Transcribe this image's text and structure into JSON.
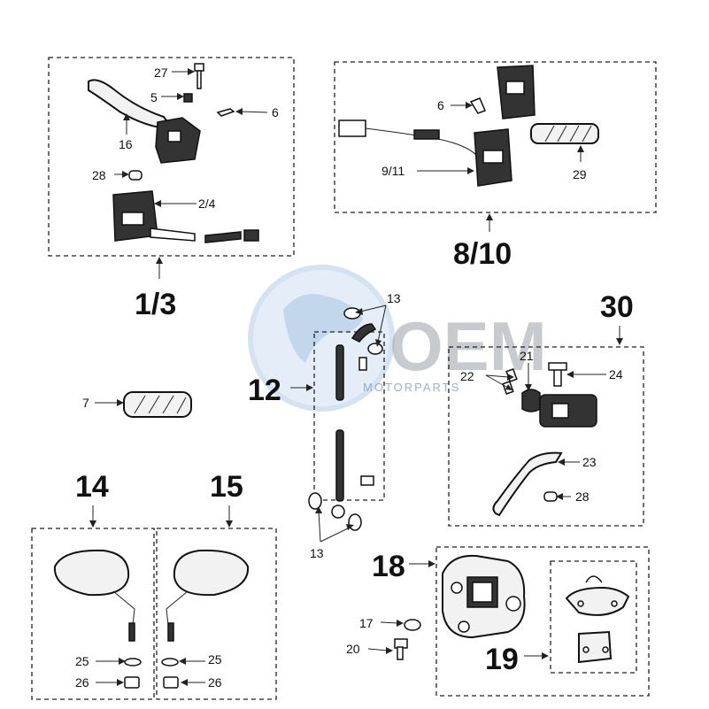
{
  "watermark": {
    "brand": "OEM",
    "sub": "MOTORPARTS"
  },
  "groups": {
    "g1_3": "1/3",
    "g8_10": "8/10",
    "g12": "12",
    "g14": "14",
    "g15": "15",
    "g18": "18",
    "g19": "19",
    "g30": "30"
  },
  "callouts": {
    "c27": "27",
    "c5": "5",
    "c6a": "6",
    "c16": "16",
    "c28a": "28",
    "c2_4": "2/4",
    "c6b": "6",
    "c9_11": "9/11",
    "c29": "29",
    "c7": "7",
    "c13a": "13",
    "c13b": "13",
    "c22": "22",
    "c21": "21",
    "c24": "24",
    "c23": "23",
    "c28b": "28",
    "c25a": "25",
    "c26a": "26",
    "c25b": "25",
    "c26b": "26",
    "c17": "17",
    "c20": "20"
  }
}
